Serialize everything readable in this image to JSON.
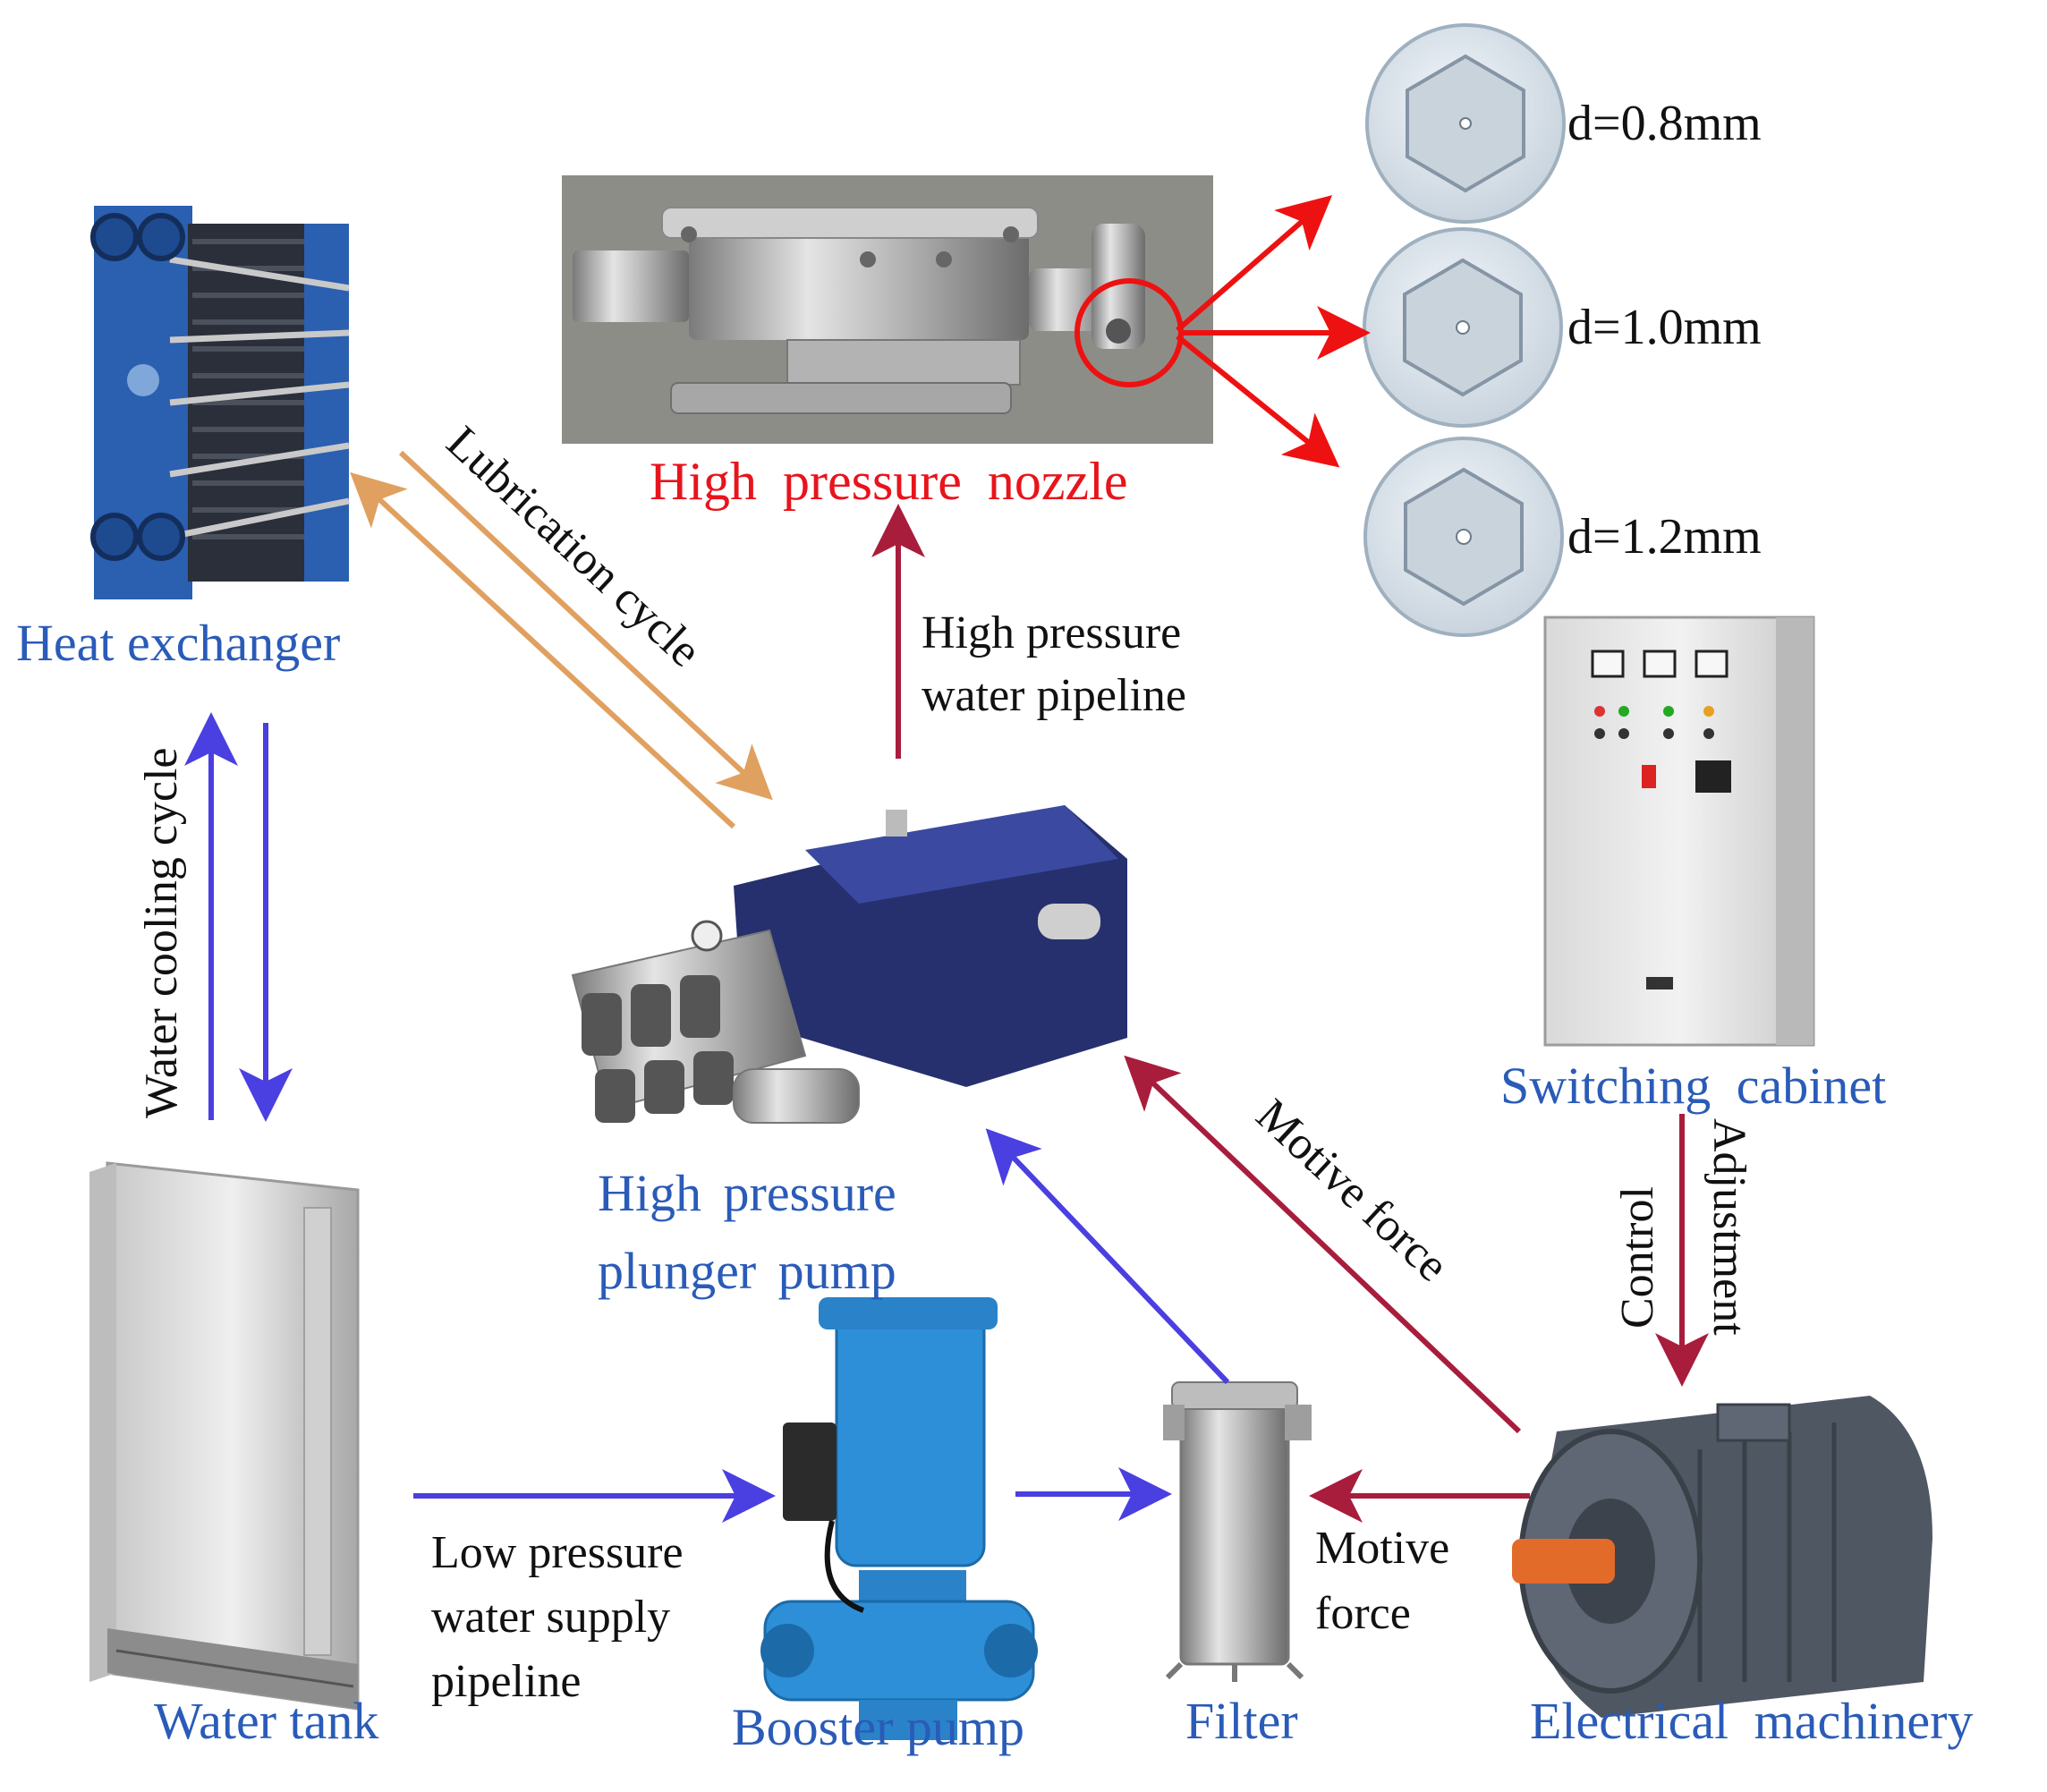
{
  "colors": {
    "blue_label": "#2a5bb8",
    "red_label": "#e8141c",
    "blue_arrow": "#4a3fe0",
    "dark_red_arrow": "#a81d3c",
    "orange_arrow": "#e0a060",
    "red_arrow": "#ee1111"
  },
  "components": {
    "heat_exchanger": "Heat exchanger",
    "water_tank": "Water tank",
    "booster_pump": "Booster pump",
    "filter": "Filter",
    "electrical_machinery": "Electrical machinery",
    "switching_cabinet": "Switching cabinet",
    "plunger_pump_line1": "High pressure",
    "plunger_pump_line2": "plunger pump",
    "nozzle": "High pressure nozzle"
  },
  "nozzle_sizes": [
    "d=0.8mm",
    "d=1.0mm",
    "d=1.2mm"
  ],
  "annotations": {
    "lubrication_cycle": "Lubrication cycle",
    "water_cooling_cycle": "Water cooling cycle",
    "hp_pipeline_line1": "High pressure",
    "hp_pipeline_line2": "water pipeline",
    "lp_pipeline_line1": "Low pressure",
    "lp_pipeline_line2": "water supply",
    "lp_pipeline_line3": "pipeline",
    "motive_force_diag": "Motive force",
    "motive_force_line1": "Motive",
    "motive_force_line2": "force",
    "control": "Control",
    "adjustment": "Adjustment"
  }
}
